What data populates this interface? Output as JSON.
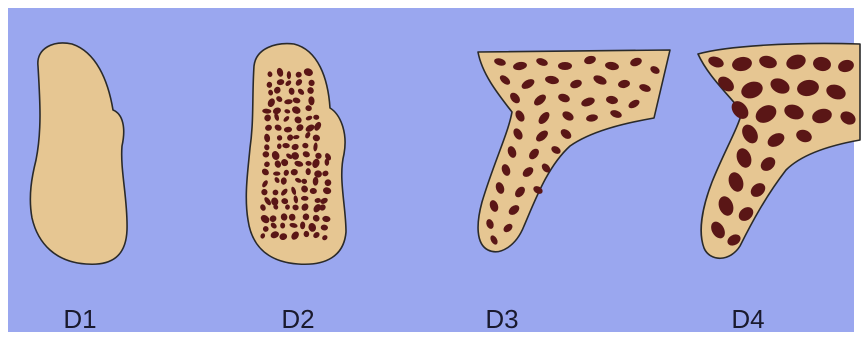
{
  "colors": {
    "background": "#9aa7ef",
    "bone": "#e6c692",
    "marrow": "#5a1616",
    "outline": "#2a2a2a"
  },
  "specimens": [
    {
      "label": "D1"
    },
    {
      "label": "D2"
    },
    {
      "label": "D3"
    },
    {
      "label": "D4"
    }
  ]
}
